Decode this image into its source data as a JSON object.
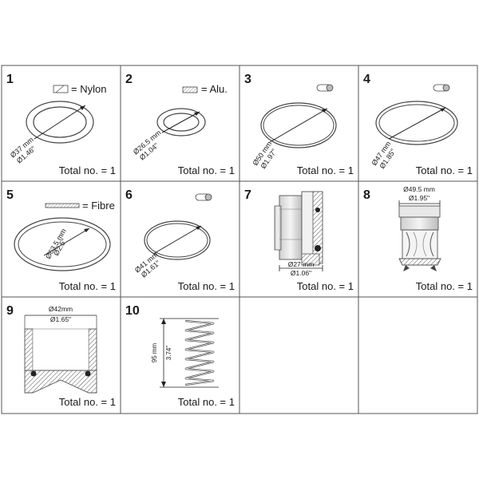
{
  "cells": [
    {
      "num": "1",
      "total": "Total no. = 1",
      "material": "= Nylon",
      "dim_mm": "Ø37 mm",
      "dim_in": "Ø1.46\""
    },
    {
      "num": "2",
      "total": "Total no. = 1",
      "material": "= Alu.",
      "dim_mm": "Ø26.5 mm",
      "dim_in": "Ø1.04\""
    },
    {
      "num": "3",
      "total": "Total no. = 1",
      "dim_mm": "Ø50 mm",
      "dim_in": "Ø1.97\""
    },
    {
      "num": "4",
      "total": "Total no. = 1",
      "dim_mm": "Ø47 mm",
      "dim_in": "Ø1.85\""
    },
    {
      "num": "5",
      "total": "Total no. = 1",
      "material": "= Fibre",
      "dim_mm": "Ø63.5 mm",
      "dim_in": "Ø2.5\""
    },
    {
      "num": "6",
      "total": "Total no. = 1",
      "dim_mm": "Ø41 mm",
      "dim_in": "Ø1.61\""
    },
    {
      "num": "7",
      "total": "Total no. = 1",
      "dim_mm": "Ø27 mm",
      "dim_in": "Ø1.06\""
    },
    {
      "num": "8",
      "total": "Total no. = 1",
      "dim_mm": "Ø49.5 mm",
      "dim_in": "Ø1.95\""
    },
    {
      "num": "9",
      "total": "Total no. = 1",
      "dim_mm": "Ø42mm",
      "dim_in": "Ø1.65\""
    },
    {
      "num": "10",
      "total": "Total no. = 1",
      "dim_mm": "95 mm",
      "dim_in": "3.74\""
    }
  ]
}
